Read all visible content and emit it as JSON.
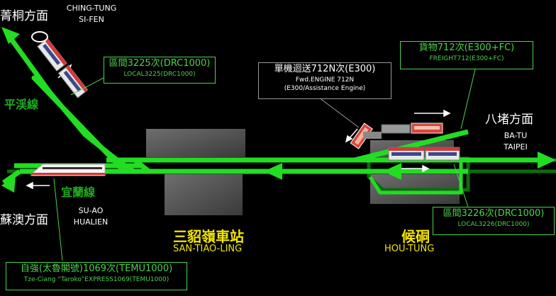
{
  "directions": {
    "chingtung": {
      "zh": "菁桐方面",
      "en1": "CHING-TUNG",
      "en2": "SI-FEN"
    },
    "badu": {
      "zh": "八堵方面",
      "en1": "BA-TU",
      "en2": "TAIPEI"
    },
    "suao": {
      "zh": "蘇澳方面",
      "en1": "SU-AO",
      "en2": "HUALIEN"
    }
  },
  "lines": {
    "pingxi": "平渓線",
    "yilan": "宜蘭線"
  },
  "stations": {
    "santiaoling": {
      "zh": "三貂嶺車站",
      "en": "SAN-TIAO-LING"
    },
    "houtong": {
      "zh": "候硐",
      "en": "HOU-TUNG"
    }
  },
  "trains": {
    "local3225": {
      "l1": "區間3225次(DRC1000)",
      "l2": "LOCAL3225(DRC1000)"
    },
    "engine712n": {
      "l1": "單機迴送712N次(E300)",
      "l2": "Fwd.ENGINE 712N",
      "l3": "(E300/Assistance Engine)"
    },
    "freight712": {
      "l1": "貨物712次(E300+FC)",
      "l2": "FREIGHT712(E300+FC)"
    },
    "local3226": {
      "l1": "區間3226次(DRC1000)",
      "l2": "LOCAL3226(DRC1000)"
    },
    "express1069": {
      "l1": "自強(太魯閣號)1069次(TEMU1000)",
      "l2": "Tze-Ciang “Taroko”EXPRESS1069(TEMU1000)"
    }
  },
  "colors": {
    "track": "#22dd22",
    "track_dark": "#118811",
    "platform": "#5a5a5a",
    "station_text": "#f2e600"
  }
}
